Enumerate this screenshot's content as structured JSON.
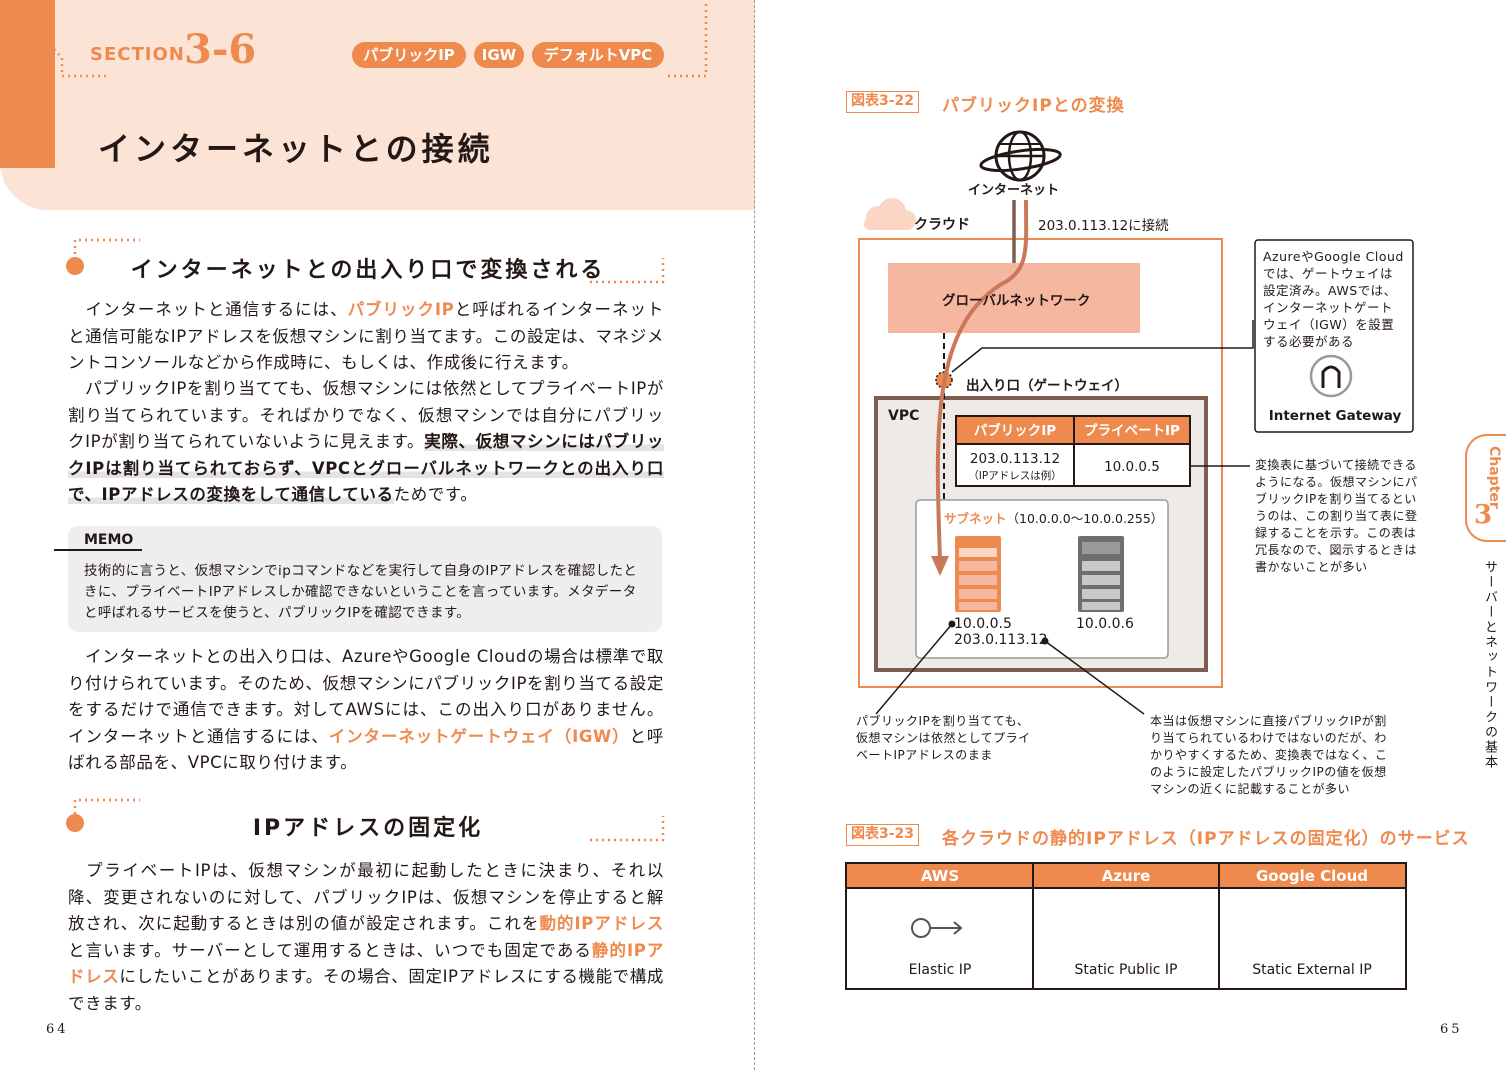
{
  "section": {
    "label": "SECTION",
    "number": "3-6",
    "tags": [
      "パブリックIP",
      "IGW",
      "デフォルトVPC"
    ],
    "title": "インターネットとの接続"
  },
  "heading1": "インターネットとの出入り口で変換される",
  "para1": {
    "t1": "インターネットと通信するには、",
    "h1": "パブリックIP",
    "t2": "と呼ばれるインターネットと通信可能なIPアドレスを仮想マシンに割り当てます。この設定は、マネジメントコンソールなどから作成時に、もしくは、作成後に行えます。"
  },
  "para2": {
    "t1": "パブリックIPを割り当てても、仮想マシンには依然としてプライベートIPが割り当てられています。そればかりでなく、仮想マシンでは自分にパブリックIPが割り当てられていないように見えます。",
    "bold": "実際、仮想マシンにはパブリックIPは割り当てられておらず、VPCとグローバルネットワークとの出入り口で、IPアドレスの変換をして通信している",
    "t2": "ためです。"
  },
  "memo": {
    "label": "MEMO",
    "text": "技術的に言うと、仮想マシンでipコマンドなどを実行して自身のIPアドレスを確認したときに、プライベートIPアドレスしか確認できないということを言っています。メタデータと呼ばれるサービスを使うと、パブリックIPを確認できます。"
  },
  "para3": {
    "t1": "インターネットとの出入り口は、AzureやGoogle Cloudの場合は標準で取り付けられています。そのため、仮想マシンにパブリックIPを割り当てる設定をするだけで通信できます。対してAWSには、この出入り口がありません。インターネットと通信するには、",
    "h1": "インターネットゲートウェイ（IGW）",
    "t2": "と呼ばれる部品を、VPCに取り付けます。"
  },
  "heading2": "IPアドレスの固定化",
  "para4": {
    "t1": "プライベートIPは、仮想マシンが最初に起動したときに決まり、それ以降、変更されないのに対して、パブリックIPは、仮想マシンを停止すると解放され、次に起動するときは別の値が設定されます。これを",
    "h1": "動的IPアドレス",
    "t2": "と言います。サーバーとして運用するときは、いつでも固定である",
    "h2": "静的IPアドレス",
    "t3": "にしたいことがあります。その場合、固定IPアドレスにする機能で構成できます。"
  },
  "page_left": "64",
  "page_right": "65",
  "fig22": {
    "number": "図表3-22",
    "title": "パブリックIPとの変換",
    "internet": "インターネット",
    "cloud": "クラウド",
    "connect_label": "203.0.113.12に接続",
    "global_network": "グローバルネットワーク",
    "gateway": "出入り口（ゲートウェイ）",
    "vpc": "VPC",
    "table": {
      "headers": [
        "パブリックIP",
        "プライベートIP"
      ],
      "public_ip": "203.0.113.12",
      "public_note": "（IPアドレスは例）",
      "private_ip": "10.0.0.5"
    },
    "subnet_name": "サブネット",
    "subnet_range": "（10.0.0.0〜10.0.0.255）",
    "server1_ip": "10.0.0.5",
    "server1_public": "203.0.113.12",
    "server2_ip": "10.0.0.6",
    "note_azure": "AzureやGoogle Cloudでは、ゲートウェイは設定済み。AWSでは、インターネットゲートウェイ（IGW）を設置する必要がある",
    "igw_label": "Internet Gateway",
    "note_table": "変換表に基づいて接続できるようになる。仮想マシンにパブリックIPを割り当てるというのは、この割り当て表に登録することを示す。この表は冗長なので、図示するときは書かないことが多い",
    "note_left": "パブリックIPを割り当てても、仮想マシンは依然としてプライベートIPアドレスのまま",
    "note_right": "本当は仮想マシンに直接パブリックIPが割り当てられているわけではないのだが、わかりやすくするため、変換表ではなく、このように設定したパブリックIPの値を仮想マシンの近くに記載することが多い"
  },
  "fig23": {
    "number": "図表3-23",
    "title": "各クラウドの静的IPアドレス（IPアドレスの固定化）のサービス",
    "columns": [
      {
        "header": "AWS",
        "value": "Elastic IP"
      },
      {
        "header": "Azure",
        "value": "Static Public IP"
      },
      {
        "header": "Google Cloud",
        "value": "Static External IP"
      }
    ]
  },
  "chapter": {
    "label": "Chapter",
    "number": "3",
    "title": "サーバーとネットワークの基本"
  },
  "colors": {
    "accent": "#ef8a4e",
    "header_bg": "#fbe3d6",
    "global_net": "#f6b7a0",
    "memo_bg": "#eeeeee"
  }
}
